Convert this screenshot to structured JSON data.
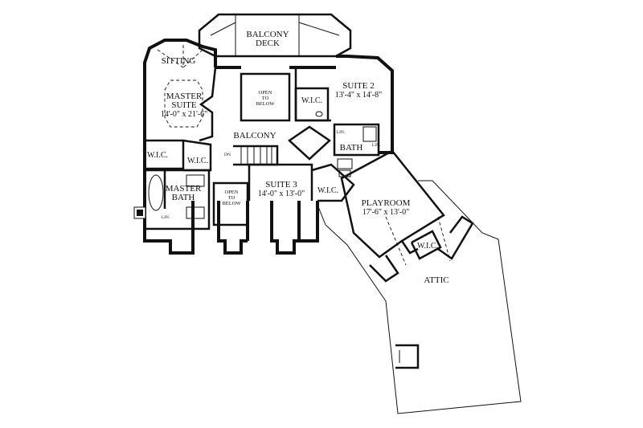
{
  "labels": {
    "balcony_deck_1": "BALCONY",
    "balcony_deck_2": "DECK",
    "sitting": "SITTING",
    "master_suite_1": "MASTER",
    "master_suite_2": "SUITE",
    "master_suite_dim": "14'-0\" x 21'-6\"",
    "open_below_top_1": "OPEN",
    "open_below_top_2": "TO",
    "open_below_top_3": "BELOW",
    "wic_suite2": "W.I.C.",
    "suite2_name": "SUITE 2",
    "suite2_dim": "13'-4\" x 14'-8\"",
    "balcony": "BALCONY",
    "dn": "DN",
    "lin_1": "LIN.",
    "lin_2": "LIN.",
    "bath": "BATH",
    "wic_master_left": "W.I.C.",
    "wic_master_right": "W.I.C.",
    "master_bath_1": "MASTER",
    "master_bath_2": "BATH",
    "open_below_low_1": "OPEN",
    "open_below_low_2": "TO",
    "open_below_low_3": "BELOW",
    "suite3_name": "SUITE 3",
    "suite3_dim": "14'-0\" x 13'-0\"",
    "wic_suite3": "W.I.C.",
    "playroom_name": "PLAYROOM",
    "playroom_dim": "17'-6\" x 13'-0\"",
    "wic_playroom": "W.I.C.",
    "attic": "ATTIC",
    "lin_3": "LIN."
  }
}
